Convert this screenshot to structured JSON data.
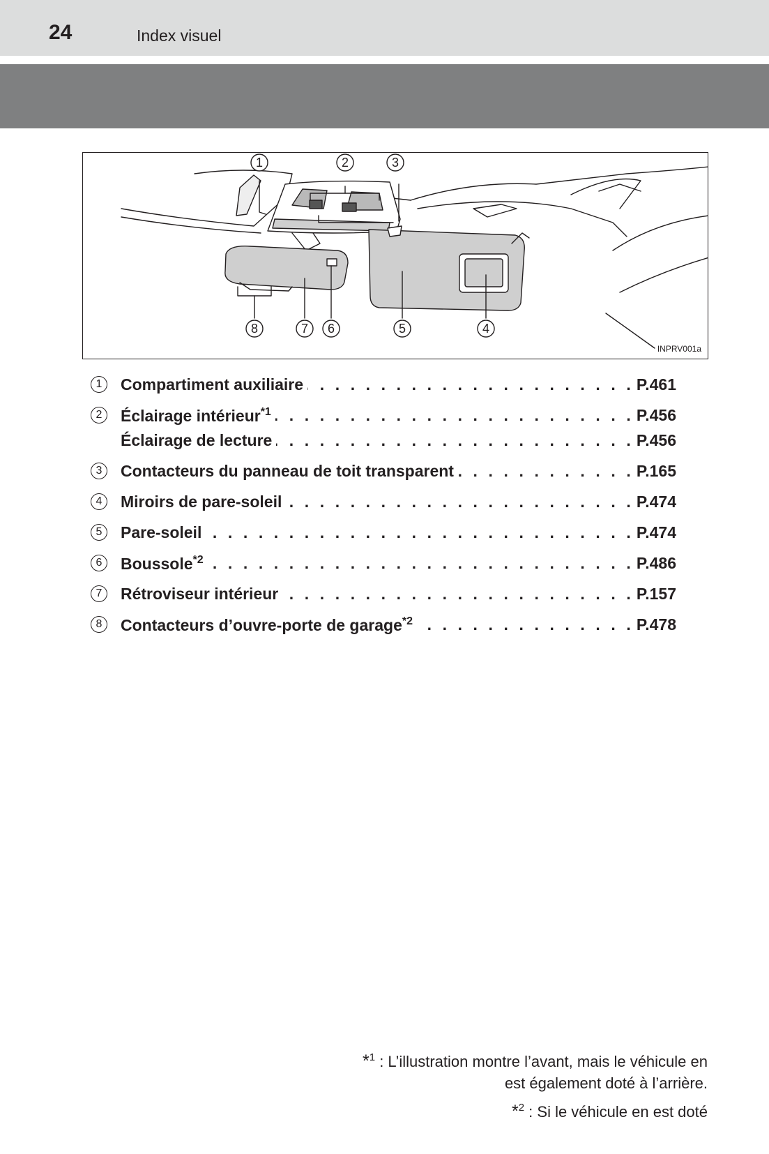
{
  "header": {
    "page_number": "24",
    "section_title": "Index visuel"
  },
  "figure": {
    "code": "INPRV001a",
    "callouts": [
      "1",
      "2",
      "3",
      "8",
      "7",
      "6",
      "5",
      "4"
    ]
  },
  "items": [
    {
      "num": "1",
      "label": "Compartiment auxiliaire",
      "sup": "",
      "page": "P.461"
    },
    {
      "num": "2",
      "label": "Éclairage intérieur",
      "sup": "*1",
      "page": "P.456"
    },
    {
      "num": "",
      "label": "Éclairage de lecture",
      "sup": "",
      "page": "P.456"
    },
    {
      "num": "3",
      "label": "Contacteurs du panneau de toit transparent",
      "sup": "",
      "page": "P.165"
    },
    {
      "num": "4",
      "label": "Miroirs de pare-soleil",
      "sup": "",
      "page": "P.474"
    },
    {
      "num": "5",
      "label": "Pare-soleil",
      "sup": "",
      "page": "P.474"
    },
    {
      "num": "6",
      "label": "Boussole",
      "sup": "*2",
      "page": "P.486"
    },
    {
      "num": "7",
      "label": "Rétroviseur intérieur",
      "sup": "",
      "page": "P.157"
    },
    {
      "num": "8",
      "label": "Contacteurs d’ouvre-porte de garage",
      "sup": "*2",
      "page": "P.478"
    }
  ],
  "footnotes": [
    {
      "mark": "*",
      "num": "1",
      "lines": [
        ": L’illustration montre l’avant, mais le véhicule en",
        "est également doté à l’arrière."
      ]
    },
    {
      "mark": "*",
      "num": "2",
      "lines": [
        ": Si le véhicule en est doté"
      ]
    }
  ],
  "dot_leader": ". . . . . . . . . . . . . . . . . . . . . . . . . . . . . . . . . . . . . . . . . . . . . . . . . . . . . . . . . . . . . . . . . . . . . . . . . . . ."
}
